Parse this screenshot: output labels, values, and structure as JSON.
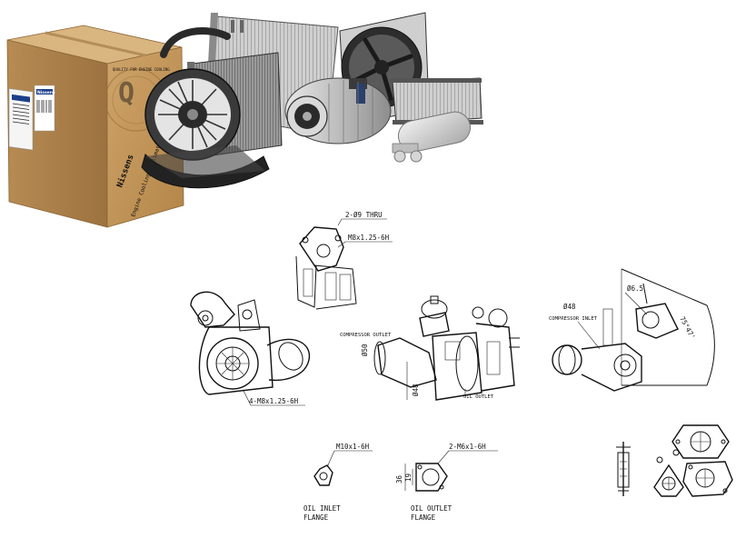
{
  "brand": {
    "side_label": "Nissens",
    "front_label": "Nissens",
    "tagline": "Engine Cooling & Climate",
    "seal_text": "QUALITY FOR ENGINE COOLING"
  },
  "drawing_labels": {
    "flange_thru": "2-Ø9 THRU",
    "flange_thread": "M8x1.25-6H",
    "turbine_studs": "4-M8x1.25-6H",
    "compressor_outlet_side": "COMPRESSOR OUTLET",
    "dia_50": "Ø50",
    "dia_48_side": "Ø48",
    "oil_outlet_side": "OIL OUTLET",
    "dia_48_end": "Ø48",
    "compressor_inlet": "COMPRESSOR INLET",
    "dia_6_5": "Ø6.5",
    "angle_75": "75°47'",
    "oil_inlet_thread": "M10x1-6H",
    "oil_inlet_title_1": "OIL INLET",
    "oil_inlet_title_2": "FLANGE",
    "oil_outlet_thread": "2-M6x1-6H",
    "oil_outlet_title_1": "OIL OUTLET",
    "oil_outlet_title_2": "FLANGE",
    "dim_36": "36",
    "dim_19": "19"
  },
  "colors": {
    "box_cardboard": "#c49a5e",
    "box_side": "#a97d45",
    "label_blue": "#1c3f8a",
    "metal_light": "#d8d8d8",
    "metal_dark": "#3a3a3a"
  }
}
